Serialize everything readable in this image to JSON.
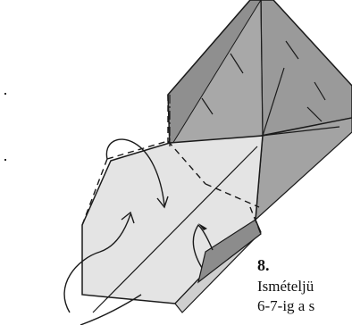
{
  "step": {
    "number": "8.",
    "text_line_1": "Ismételjü",
    "text_line_2": "6-7-ig a s"
  },
  "colors": {
    "dark_gray": "#8c8c8c",
    "mid_gray": "#a6a6a6",
    "light_gray": "#e4e4e4",
    "outline": "#1a1a1a"
  },
  "icons": {
    "fold_arrow": "curved-arrow",
    "valley_fold": "dashed-line",
    "mountain_fold": "dash-dot-line"
  }
}
